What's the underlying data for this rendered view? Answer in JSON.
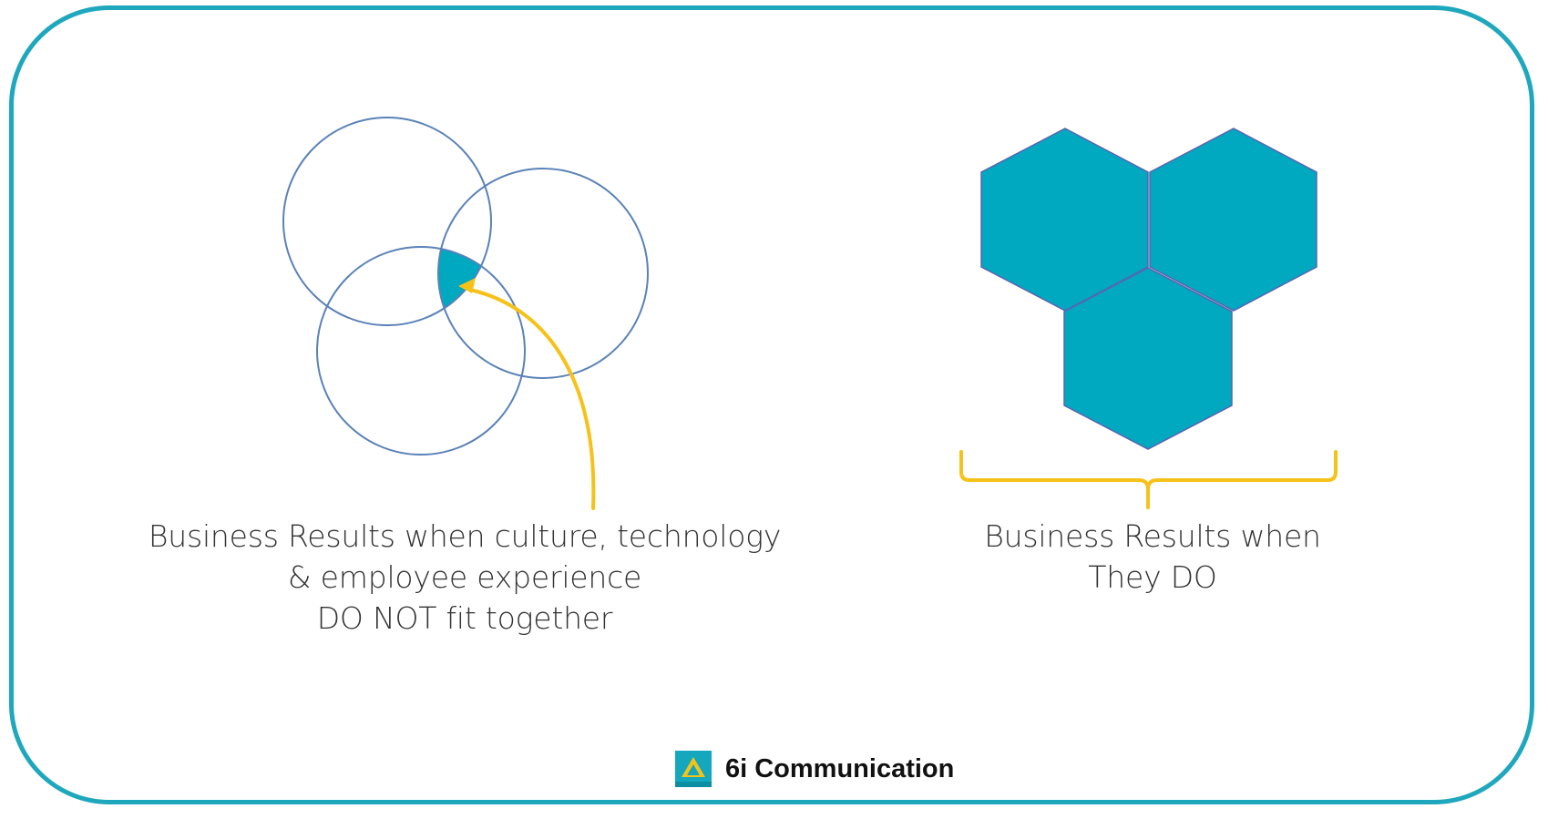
{
  "left_panel": {
    "caption_lines": [
      "Business Results when culture, technology",
      "& employee experience",
      "DO NOT fit together"
    ]
  },
  "right_panel": {
    "caption_lines": [
      "Business Results when",
      "They DO"
    ]
  },
  "brand": {
    "name": "6i Communication",
    "logo_icon": "triangle-in-square-logo"
  },
  "colors": {
    "frame": "#1ea7bd",
    "hexagon_fill": "#00a8c0",
    "hexagon_stroke": "#5b63b0",
    "circle_stroke": "#5a82b8",
    "overlap_fill": "#00a8c0",
    "arrow": "#f6c21a",
    "brace": "#f6c21a",
    "logo_bg": "#14a7bd",
    "logo_triangle": "#f6c21a"
  }
}
